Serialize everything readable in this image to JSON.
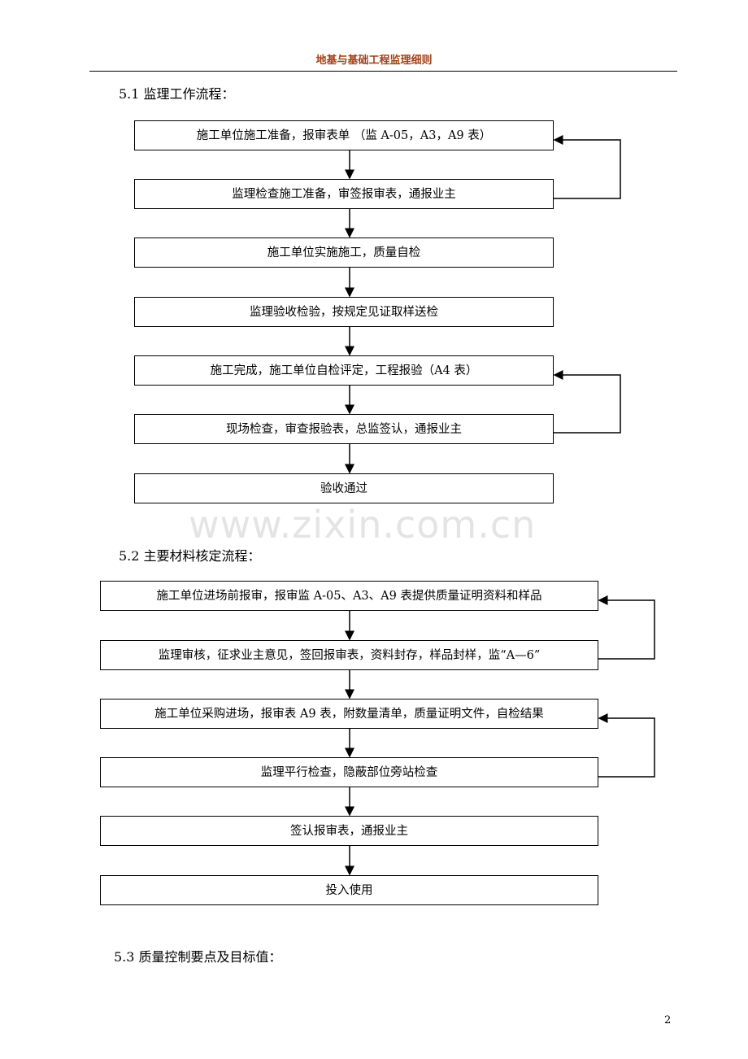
{
  "header": {
    "title": "地基与基础工程监理细则"
  },
  "watermark": "www.zixin.com.cn",
  "section1": {
    "title": "5.1 监理工作流程：",
    "steps": [
      "施工单位施工准备，报审表单 （监 A-05，A3，A9 表）",
      "监理检查施工准备，审签报审表，通报业主",
      "施工单位实施施工，质量自检",
      "监理验收检验，按规定见证取样送检",
      "施工完成，施工单位自检评定，工程报验（A4 表）",
      "现场检查，审查报验表，总监签认，通报业主",
      "验收通过"
    ]
  },
  "section2": {
    "title": "5.2 主要材料核定流程：",
    "steps": [
      "施工单位进场前报审，报审监 A-05、A3、A9 表提供质量证明资料和样品",
      "监理审核，征求业主意见，签回报审表，资料封存，样品封样，监“A—6”",
      "施工单位采购进场，报审表 A9 表，附数量清单，质量证明文件，自检结果",
      "监理平行检查，隐蔽部位旁站检查",
      "签认报审表，通报业主",
      "投入使用"
    ]
  },
  "section3": {
    "title": "5.3 质量控制要点及目标值："
  },
  "page_number": "2"
}
